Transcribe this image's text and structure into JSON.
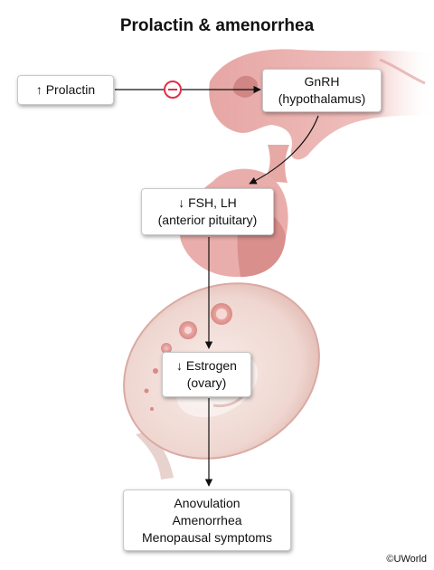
{
  "title": "Prolactin & amenorrhea",
  "boxes": {
    "prolactin": "↑ Prolactin",
    "gnrh": {
      "line1": "GnRH",
      "line2": "(hypothalamus)"
    },
    "fsh_lh": {
      "line1": "↓ FSH, LH",
      "line2": "(anterior pituitary)"
    },
    "estrogen": {
      "line1": "↓ Estrogen",
      "line2": "(ovary)"
    },
    "outcomes": [
      "Anovulation",
      "Amenorrhea",
      "Menopausal symptoms"
    ]
  },
  "inhibition_symbol": "minus",
  "credit": "©UWorld",
  "colors": {
    "tissue_light": "#f3c9c6",
    "tissue_mid": "#e7a9a6",
    "tissue_dark": "#c97d7c",
    "ovary": "#f1d8d3",
    "inhibit_red": "#e0304a",
    "arrow": "#111111"
  }
}
